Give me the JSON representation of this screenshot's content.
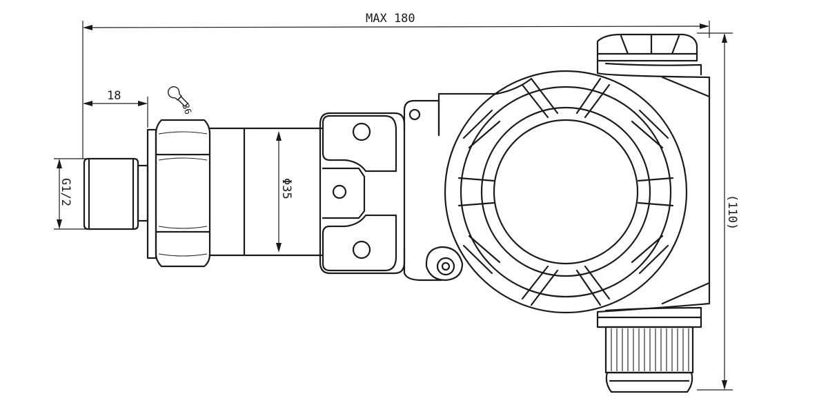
{
  "dimensions": {
    "overall_length": "MAX 180",
    "thread_length": "18",
    "wrench_size": "36",
    "thread_spec": "G1/2",
    "body_diameter": "Φ35",
    "housing_height": "(110)"
  },
  "icons": {
    "wrench": "wrench-icon"
  }
}
